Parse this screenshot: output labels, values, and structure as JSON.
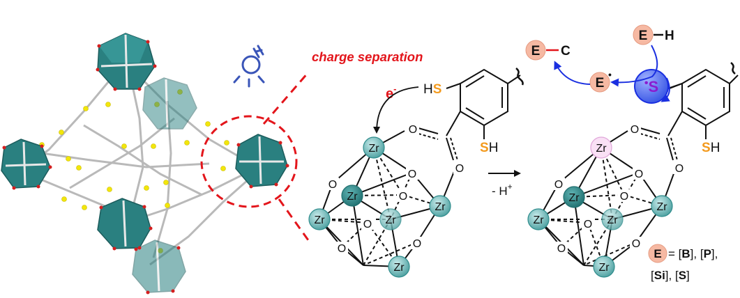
{
  "caption": "charge separation",
  "electron": {
    "symbol": "e",
    "charge": "-"
  },
  "reaction": {
    "condition": "- H",
    "condition_sup": "+"
  },
  "atoms": {
    "zr": "Zr",
    "o": "O",
    "s": "S",
    "h": "H",
    "e": "E",
    "c": "C"
  },
  "radicals": {
    "e_radical": "E",
    "s_radical": "S",
    "dot": "•"
  },
  "legend": {
    "e_label": "E",
    "line1": [
      "= [",
      "B",
      "], [",
      "P",
      "],"
    ],
    "line2": [
      "[",
      "Si",
      "], [",
      "S",
      "]"
    ]
  },
  "colors": {
    "red": "#e3151b",
    "blue": "#1a2fe0",
    "teal": "#2e8c8c",
    "teal_light": "#8fcfcf",
    "sulfur": "#f39a1e",
    "salmon": "#f6b9a3",
    "purple": "#8a1ccf",
    "sulfur_ball": "#f2e60c"
  }
}
